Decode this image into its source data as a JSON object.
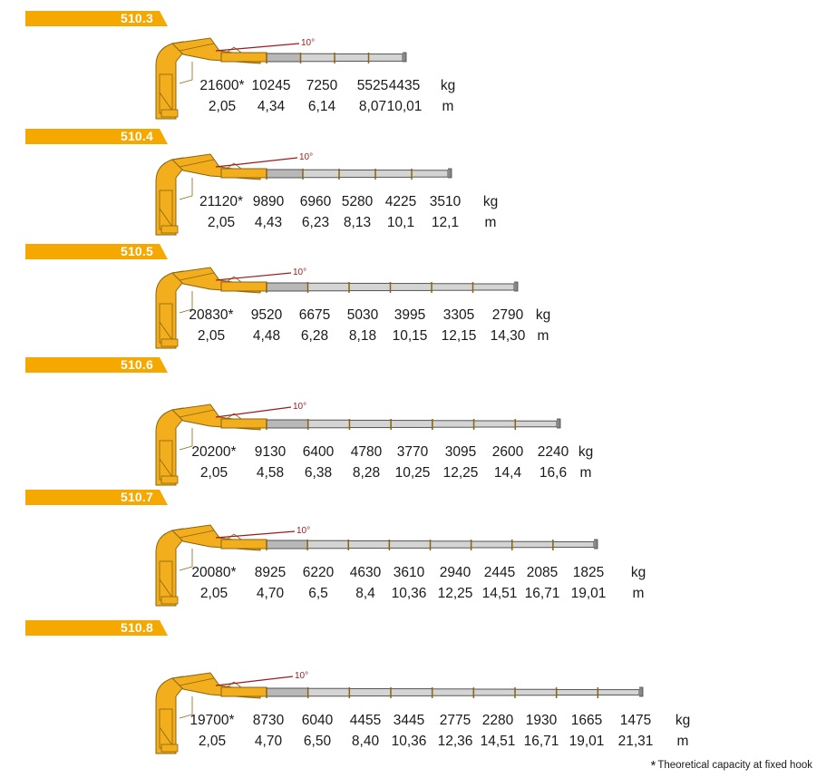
{
  "colors": {
    "tag": "#f5a800",
    "crane": "#f2ae1c",
    "crane_dark": "#8a6410",
    "boom_grey": "#b8b8b8",
    "angle_line": "#9b1c1c"
  },
  "angle_label": "10°",
  "footnote": {
    "star": "*",
    "text": "Theoretical capacity at fixed hook"
  },
  "models": [
    {
      "name": "510.3",
      "kg_unit": "kg",
      "m_unit": "m",
      "capacities": [
        "21600*",
        "10245",
        "7250",
        "5525",
        "4435"
      ],
      "reaches": [
        "2,05",
        "4,34",
        "6,14",
        "8,07",
        "10,01"
      ]
    },
    {
      "name": "510.4",
      "kg_unit": "kg",
      "m_unit": "m",
      "capacities": [
        "21120*",
        "9890",
        "6960",
        "5280",
        "4225",
        "3510"
      ],
      "reaches": [
        "2,05",
        "4,43",
        "6,23",
        "8,13",
        "10,1",
        "12,1"
      ]
    },
    {
      "name": "510.5",
      "kg_unit": "kg",
      "m_unit": "m",
      "capacities": [
        "20830*",
        "9520",
        "6675",
        "5030",
        "3995",
        "3305",
        "2790"
      ],
      "reaches": [
        "2,05",
        "4,48",
        "6,28",
        "8,18",
        "10,15",
        "12,15",
        "14,30"
      ]
    },
    {
      "name": "510.6",
      "kg_unit": "kg",
      "m_unit": "m",
      "capacities": [
        "20200*",
        "9130",
        "6400",
        "4780",
        "3770",
        "3095",
        "2600",
        "2240"
      ],
      "reaches": [
        "2,05",
        "4,58",
        "6,38",
        "8,28",
        "10,25",
        "12,25",
        "14,4",
        "16,6"
      ]
    },
    {
      "name": "510.7",
      "kg_unit": "kg",
      "m_unit": "m",
      "capacities": [
        "20080*",
        "8925",
        "6220",
        "4630",
        "3610",
        "2940",
        "2445",
        "2085",
        "1825"
      ],
      "reaches": [
        "2,05",
        "4,70",
        "6,5",
        "8,4",
        "10,36",
        "12,25",
        "14,51",
        "16,71",
        "19,01"
      ]
    },
    {
      "name": "510.8",
      "kg_unit": "kg",
      "m_unit": "m",
      "capacities": [
        "19700*",
        "8730",
        "6040",
        "4455",
        "3445",
        "2775",
        "2280",
        "1930",
        "1665",
        "1475"
      ],
      "reaches": [
        "2,05",
        "4,70",
        "6,50",
        "8,40",
        "10,36",
        "12,36",
        "14,51",
        "16,71",
        "19,01",
        "21,31"
      ]
    }
  ]
}
